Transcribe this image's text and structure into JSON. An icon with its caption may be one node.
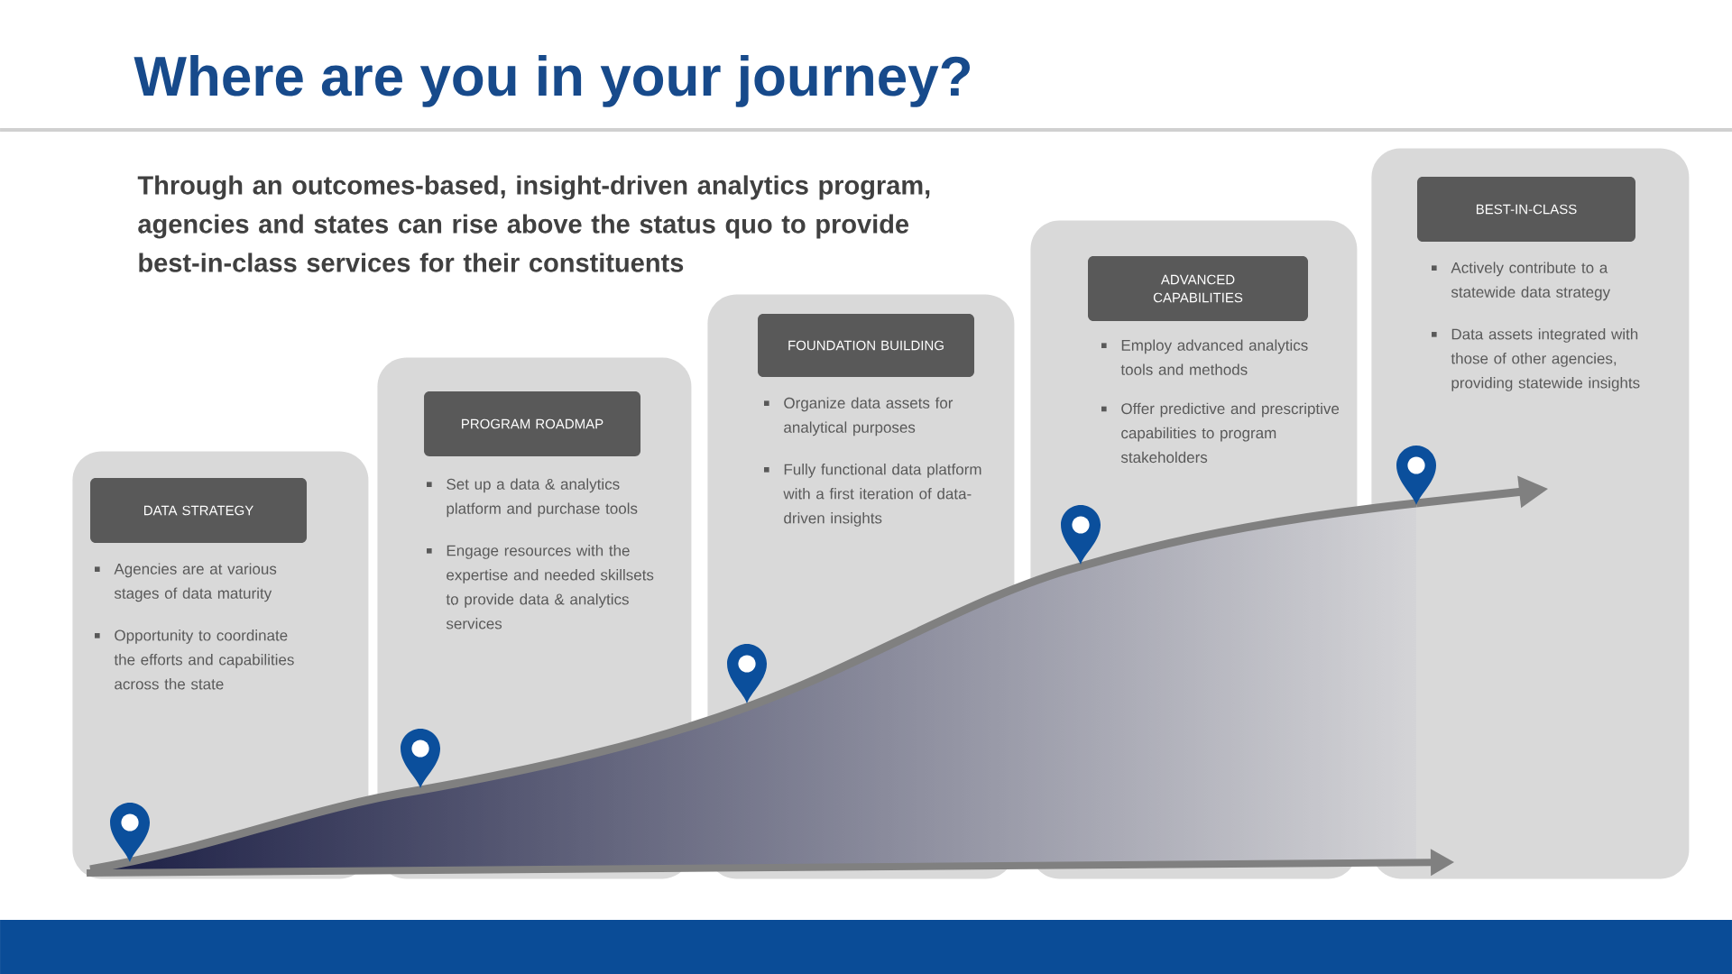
{
  "diagram": {
    "title": "Where are you in your journey?",
    "nodes": [
      {
        "text": [
          "Agencies are at various stages of data maturity",
          "Opportunity to coordinate the efforts and capabilities across the state"
        ]
      },
      {
        "text": [
          "DATA STRATEGY"
        ],
        "in": 0
      },
      {
        "text": [
          "Set up a data & analytics platform and purchase tools",
          "Engage resources with the expertise and needed skillsets to provide data & analytics services"
        ]
      },
      {
        "text": [
          "PROGRAM ROADMAP"
        ],
        "in": 2
      },
      {
        "text": [
          "Organize data assets for analytical purposes",
          "Fully functional data platform with a first iteration of data-driven insights"
        ]
      },
      {
        "text": [
          "FOUNDATION BUILDING"
        ],
        "in": 4
      },
      {
        "text": [
          "Employ advanced analytics tools and methods",
          "Offer predictive and prescriptive capabilities to program stakeholders"
        ]
      },
      {
        "text": [
          "ADVANCED CAPABILITIES"
        ],
        "in": 6
      },
      {
        "text": [
          "Actively contribute to a statewide data strategy",
          "Data assets integrated with those of other agencies, providing statewide insights"
        ]
      },
      {
        "text": [
          "BEST-IN-CLASS"
        ],
        "in": 8
      }
    ],
    "labels": [
      "Through an outcomes-based, insight-driven analytics program, agencies and states can rise above the status quo to provide best-in-class services for their constituents"
    ]
  }
}
